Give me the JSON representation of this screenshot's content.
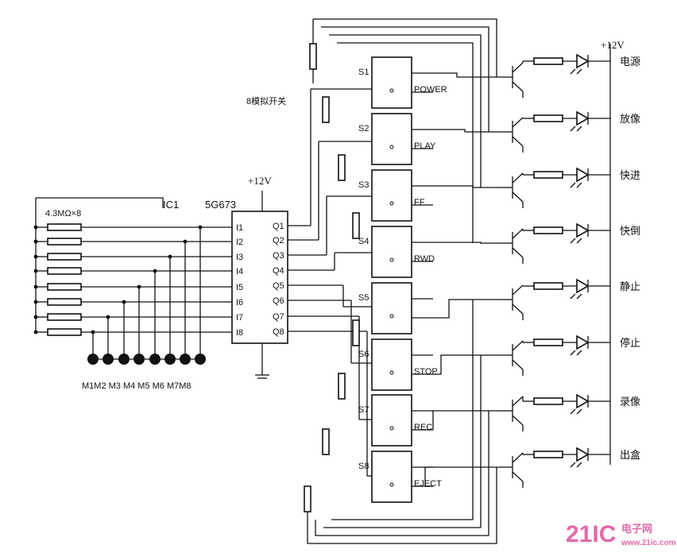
{
  "supply_top": "+12V",
  "supply_ic": "+12V",
  "ic_ref": "IC1",
  "ic_part": "5G673",
  "resistor_note": "4.3MΩ×8",
  "switch_note": "8模拟开关",
  "ic_inputs": [
    "I1",
    "I2",
    "I3",
    "I4",
    "I5",
    "I6",
    "I7",
    "I8"
  ],
  "ic_outputs": [
    "Q1",
    "Q2",
    "Q3",
    "Q4",
    "Q5",
    "Q6",
    "Q7",
    "Q8"
  ],
  "switches": [
    {
      "ref": "S1",
      "name": "POWER"
    },
    {
      "ref": "S2",
      "name": "PLAY"
    },
    {
      "ref": "S3",
      "name": "FF"
    },
    {
      "ref": "S4",
      "name": "RWD"
    },
    {
      "ref": "S5",
      "name": ""
    },
    {
      "ref": "S6",
      "name": "STOP"
    },
    {
      "ref": "S7",
      "name": "REC"
    },
    {
      "ref": "S8",
      "name": "EJECT"
    }
  ],
  "touch_pads": "M1M2 M3 M4 M5 M6 M7M8",
  "indicators": [
    "电源",
    "放像",
    "快进",
    "快倒",
    "静止",
    "停止",
    "录像",
    "出盒"
  ],
  "watermark": {
    "brand": "21IC",
    "cn": "电子网",
    "url": "www.21ic.com",
    "color": "#e06aa8"
  }
}
